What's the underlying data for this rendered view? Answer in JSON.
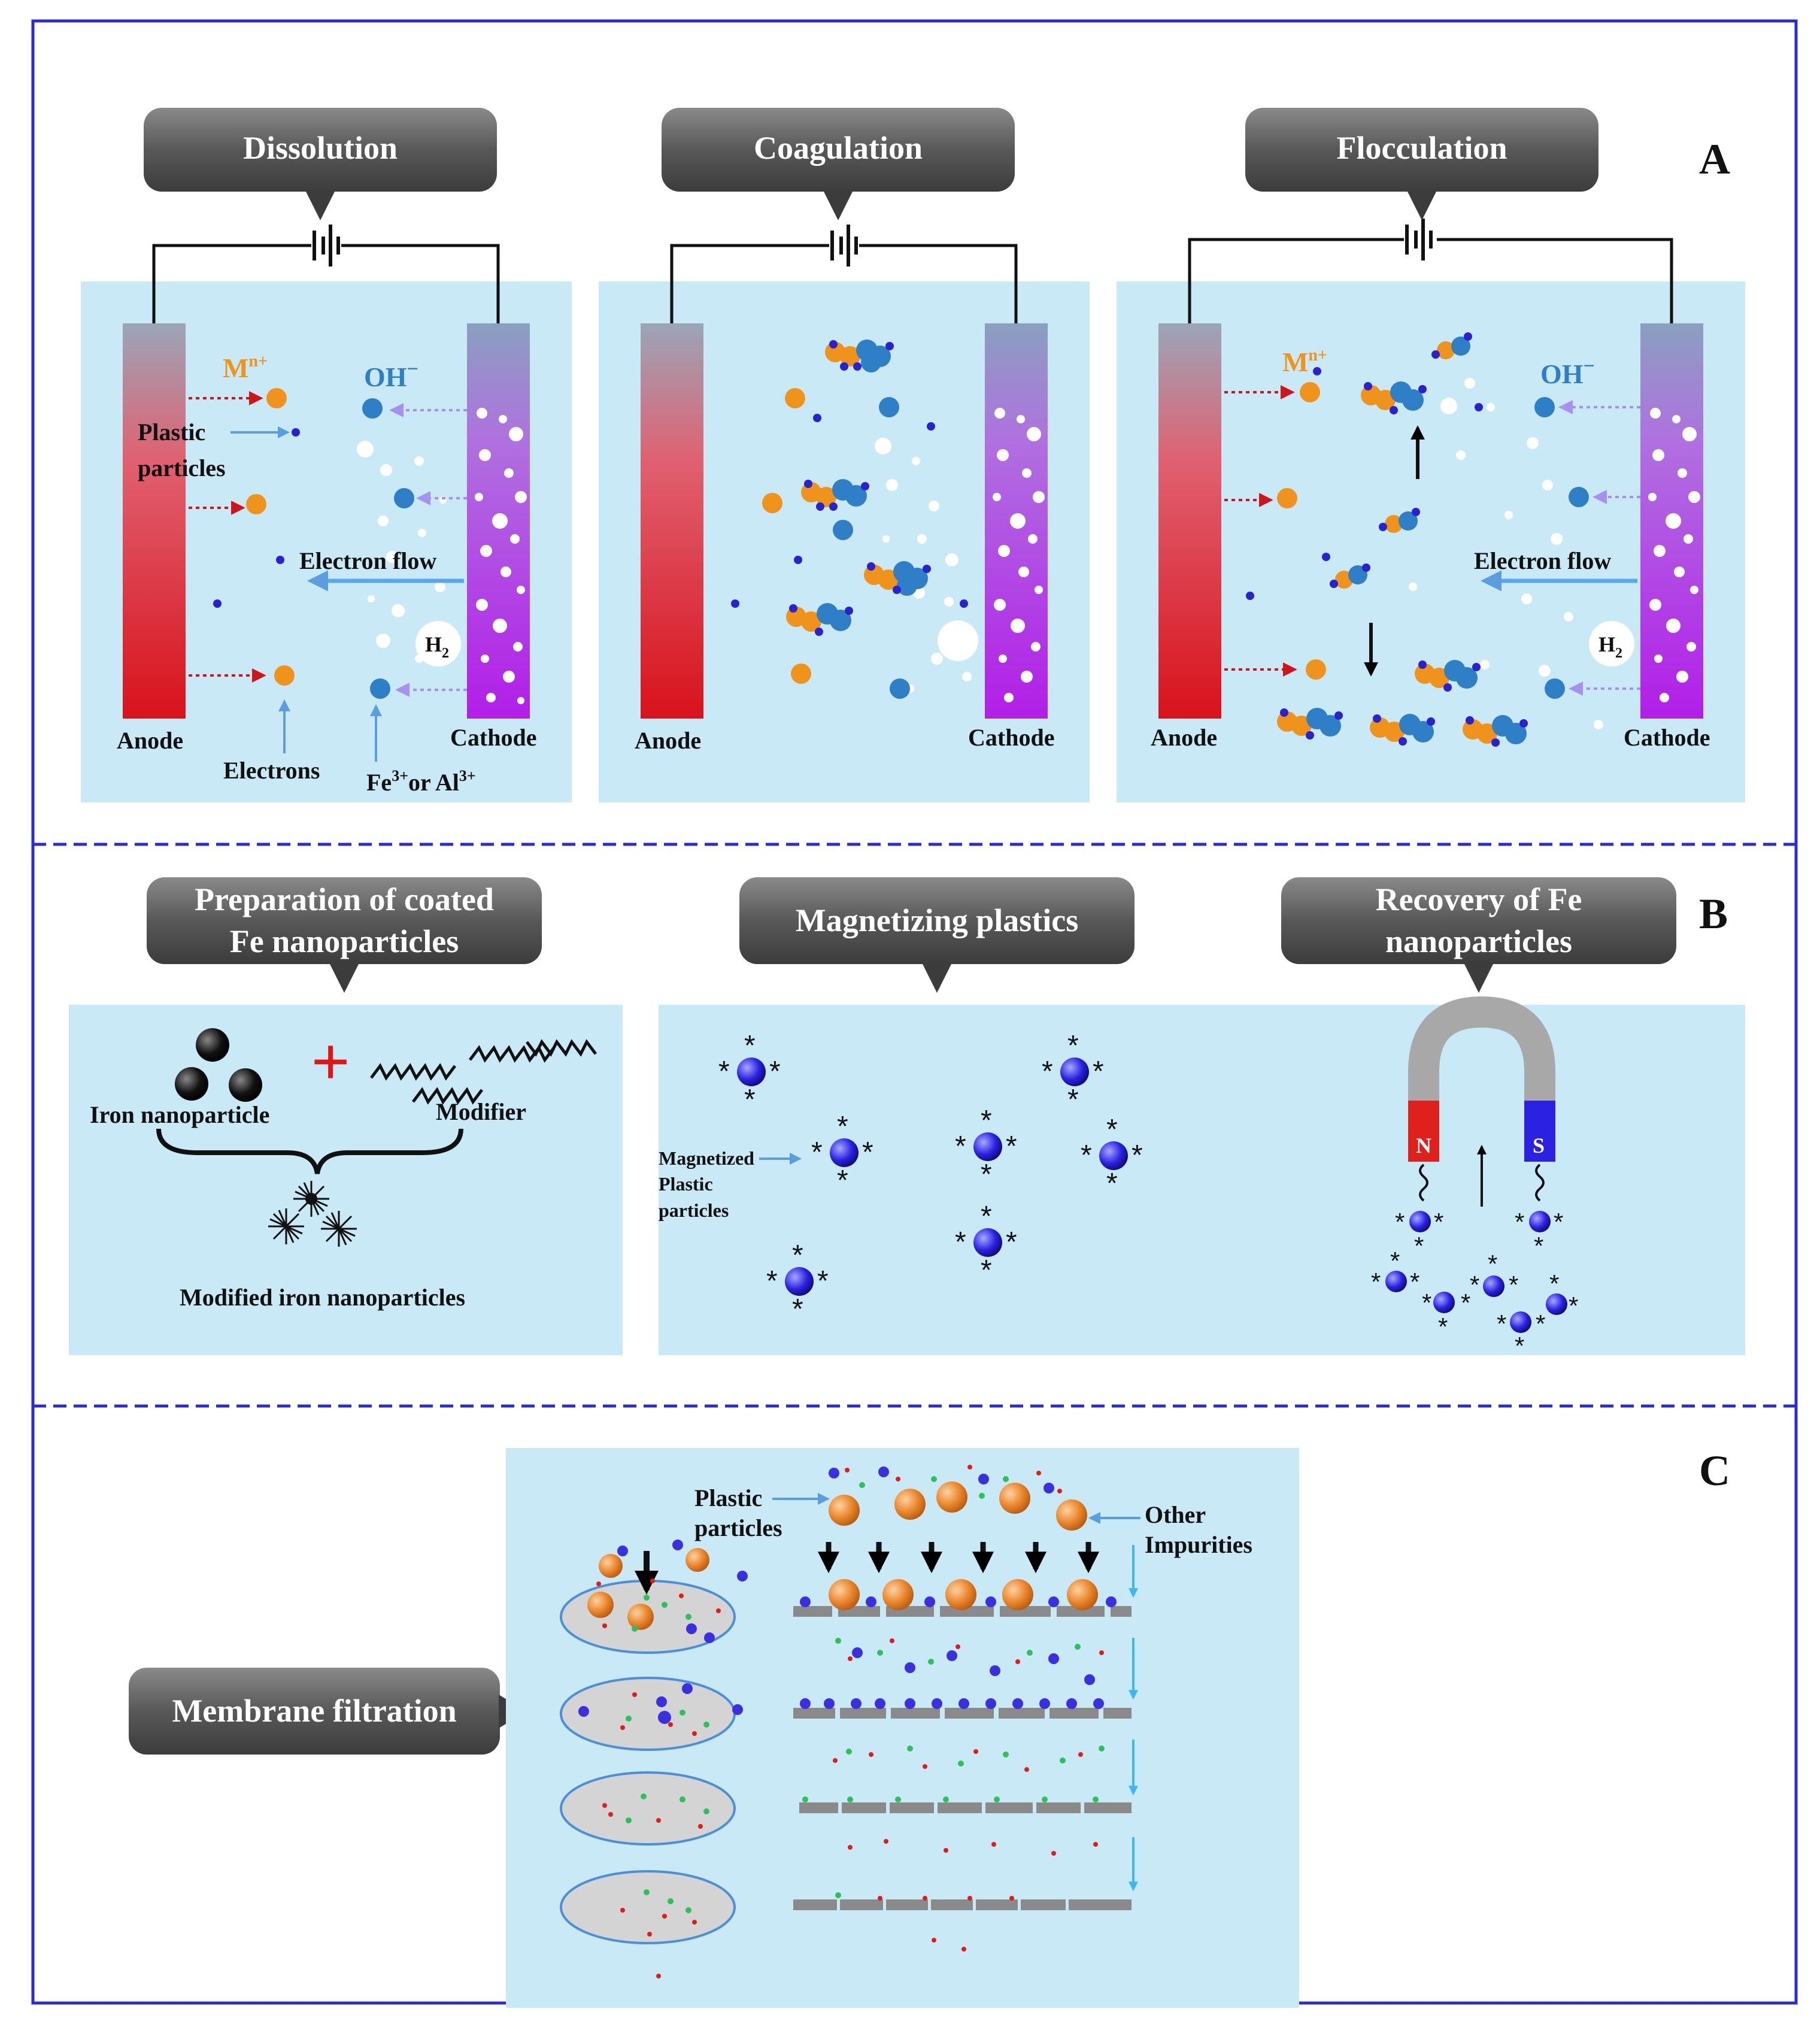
{
  "sections": {
    "A": {
      "panel_label": "A",
      "cells": [
        {
          "title": "Dissolution",
          "anode": "Anode",
          "cathode": "Cathode",
          "metal_ion": "M",
          "metal_ion_sup": "n+",
          "hydroxide": "OH",
          "hydroxide_sup": "−",
          "plastic_particles_1": "Plastic",
          "plastic_particles_2": "particles",
          "electron_flow": "Electron flow",
          "hydrogen": "H",
          "hydrogen_sub": "2",
          "electrons": "Electrons",
          "fe_al_1": "Fe",
          "fe_al_sup1": "3+",
          "fe_al_2": "or Al",
          "fe_al_sup2": "3+"
        },
        {
          "title": "Coagulation",
          "anode": "Anode",
          "cathode": "Cathode"
        },
        {
          "title": "Flocculation",
          "anode": "Anode",
          "cathode": "Cathode",
          "metal_ion": "M",
          "metal_ion_sup": "n+",
          "hydroxide": "OH",
          "hydroxide_sup": "−",
          "electron_flow": "Electron flow",
          "hydrogen": "H",
          "hydrogen_sub": "2"
        }
      ]
    },
    "B": {
      "panel_label": "B",
      "cells": [
        {
          "title_1": "Preparation of coated",
          "title_2": "Fe nanoparticles",
          "iron": "Iron nanoparticle",
          "modifier": "Modifier",
          "plus": "+",
          "modified": "Modified iron nanoparticles"
        },
        {
          "title": "Magnetizing plastics",
          "magnetized_1": "Magnetized",
          "magnetized_2": "Plastic",
          "magnetized_3": "particles"
        },
        {
          "title_1": "Recovery of Fe",
          "title_2": "nanoparticles",
          "north": "N",
          "south": "S"
        }
      ]
    },
    "C": {
      "panel_label": "C",
      "title": "Membrane filtration",
      "plastic_1": "Plastic",
      "plastic_2": "particles",
      "other_1": "Other",
      "other_2": "Impurities"
    }
  },
  "colors": {
    "frame": "#2a2ad6",
    "water": "#c9e9f6",
    "tab": "#5a5a5a",
    "anode_top": "#9aa6b8",
    "anode_bottom": "#d8121c",
    "cathode_top": "#8aa0c0",
    "cathode_bottom": "#b21ee8",
    "metal_ion": "#f0931c",
    "hydroxide": "#2f7fc7",
    "plastic": "#2a22d0",
    "arrow_blue": "#5a9ee0",
    "membrane": "#8a8a8a"
  }
}
